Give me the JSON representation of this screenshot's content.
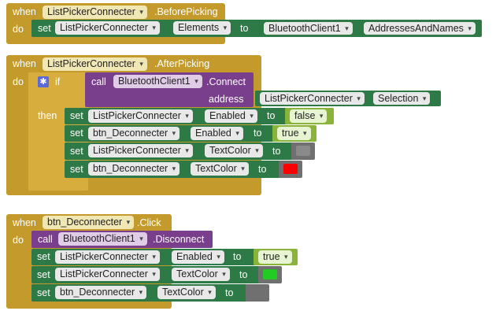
{
  "blocks": {
    "before": {
      "when": "when",
      "component": "ListPickerConnecter",
      "event": ".BeforePicking",
      "do": "do",
      "set": "set",
      "comp": "ListPickerConnecter",
      "prop": "Elements",
      "to": "to",
      "value_comp": "BluetoothClient1",
      "value_prop": "AddressesAndNames"
    },
    "after": {
      "when": "when",
      "component": "ListPickerConnecter",
      "event": ".AfterPicking",
      "do": "do",
      "if": "if",
      "call": "call",
      "call_comp": "BluetoothClient1",
      "call_method": ".Connect",
      "address_label": "address",
      "addr_comp": "ListPickerConnecter",
      "addr_prop": "Selection",
      "then": "then",
      "sets": [
        {
          "set": "set",
          "comp": "ListPickerConnecter",
          "prop": "Enabled",
          "to": "to",
          "value": "false"
        },
        {
          "set": "set",
          "comp": "btn_Deconnecter",
          "prop": "Enabled",
          "to": "to",
          "value": "true"
        },
        {
          "set": "set",
          "comp": "ListPickerConnecter",
          "prop": "TextColor",
          "to": "to",
          "color": "#8a8a8a"
        },
        {
          "set": "set",
          "comp": "btn_Deconnecter",
          "prop": "TextColor",
          "to": "to",
          "color": "#ff0000"
        }
      ]
    },
    "click": {
      "when": "when",
      "component": "btn_Deconnecter",
      "event": ".Click",
      "do": "do",
      "call": "call",
      "call_comp": "BluetoothClient1",
      "call_method": ".Disconnect",
      "sets": [
        {
          "set": "set",
          "comp": "ListPickerConnecter",
          "prop": "Enabled",
          "to": "to",
          "value": "true"
        },
        {
          "set": "set",
          "comp": "ListPickerConnecter",
          "prop": "TextColor",
          "to": "to",
          "color": "#22cc22"
        },
        {
          "set": "set",
          "comp": "btn_Deconnecter",
          "prop": "TextColor",
          "to": "to",
          "color": "#707070"
        }
      ]
    }
  },
  "colors": {
    "event_block": "#c39a2b",
    "set_block": "#2e7a46",
    "call_block": "#7a3f8c",
    "logic_block": "#8ab33a",
    "color_block": "#707070"
  }
}
